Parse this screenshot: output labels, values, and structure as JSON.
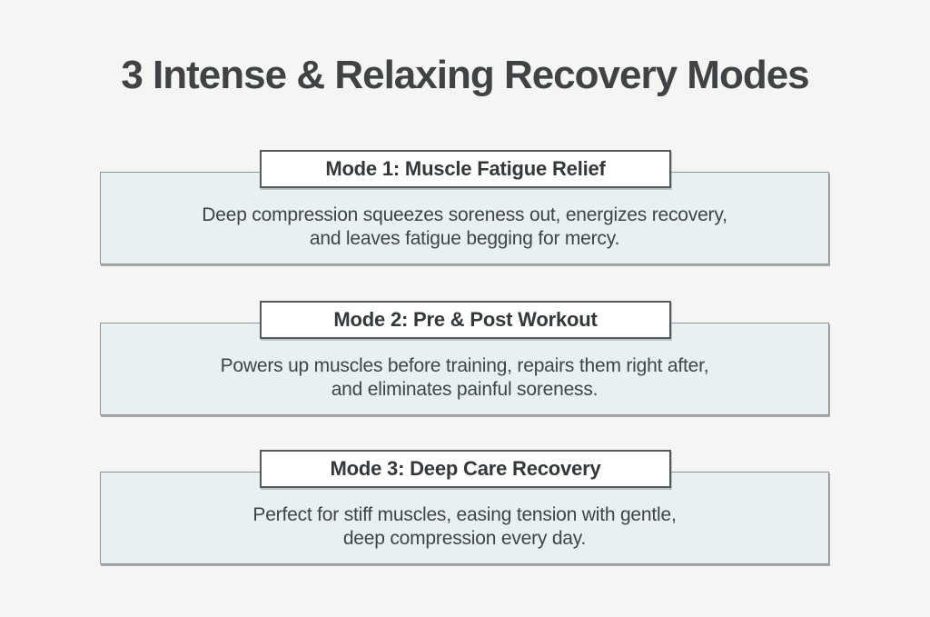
{
  "page": {
    "title": "3 Intense & Relaxing Recovery Modes"
  },
  "colors": {
    "page_bg": "#f5f5f4",
    "panel_fill": "#e8f0f2",
    "panel_border": "#8c9296",
    "header_fill": "#ffffff",
    "header_border": "#55595c",
    "title_color": "#3f4345",
    "header_text": "#33383b",
    "body_text": "#3e4549"
  },
  "modes": [
    {
      "header": "Mode 1: Muscle Fatigue Relief",
      "body_line1": "Deep compression squeezes soreness out, energizes recovery,",
      "body_line2": "and leaves fatigue begging for mercy."
    },
    {
      "header": "Mode 2: Pre & Post Workout",
      "body_line1": "Powers up muscles before training, repairs them right after,",
      "body_line2": "and eliminates painful soreness."
    },
    {
      "header": "Mode 3: Deep Care Recovery",
      "body_line1": "Perfect for stiff muscles, easing tension with gentle,",
      "body_line2": "deep compression every day."
    }
  ]
}
